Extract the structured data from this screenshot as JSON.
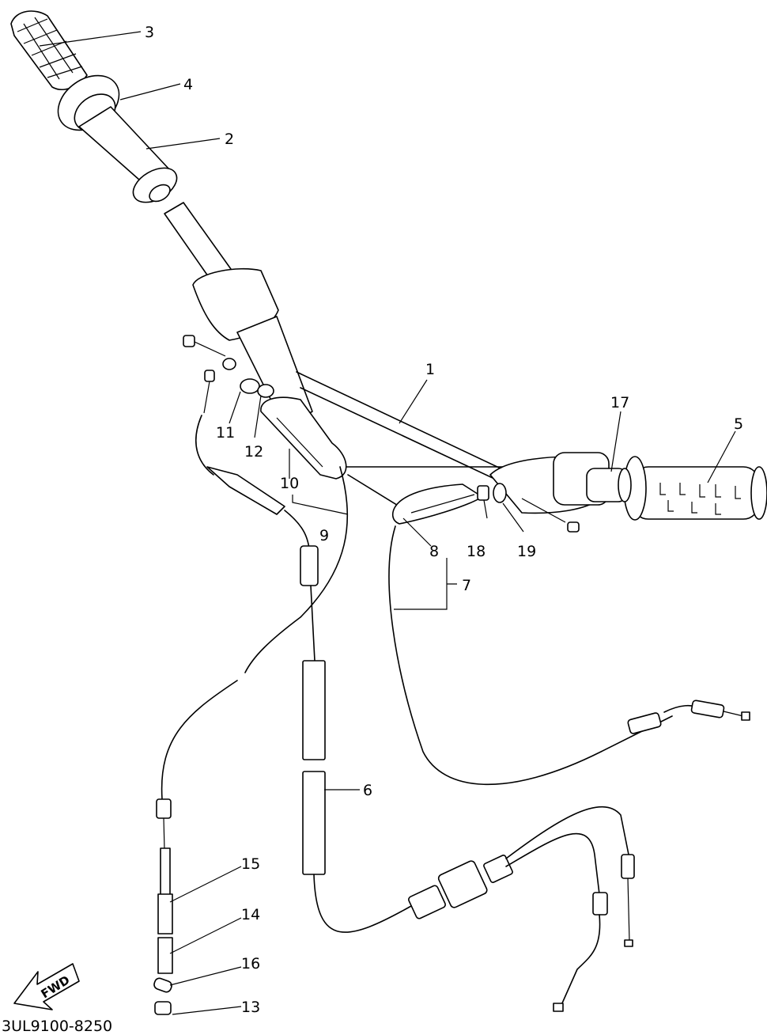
{
  "diagram": {
    "code": "3UL9100-8250",
    "fwd_label": "FWD",
    "callouts": [
      {
        "id": "c1",
        "label": "1"
      },
      {
        "id": "c2",
        "label": "2"
      },
      {
        "id": "c3",
        "label": "3"
      },
      {
        "id": "c4",
        "label": "4"
      },
      {
        "id": "c5",
        "label": "5"
      },
      {
        "id": "c6",
        "label": "6"
      },
      {
        "id": "c7",
        "label": "7"
      },
      {
        "id": "c8",
        "label": "8"
      },
      {
        "id": "c9",
        "label": "9"
      },
      {
        "id": "c10",
        "label": "10"
      },
      {
        "id": "c11",
        "label": "11"
      },
      {
        "id": "c12",
        "label": "12"
      },
      {
        "id": "c13",
        "label": "13"
      },
      {
        "id": "c14",
        "label": "14"
      },
      {
        "id": "c15",
        "label": "15"
      },
      {
        "id": "c16",
        "label": "16"
      },
      {
        "id": "c17",
        "label": "17"
      },
      {
        "id": "c18",
        "label": "18"
      },
      {
        "id": "c19",
        "label": "19"
      }
    ]
  }
}
